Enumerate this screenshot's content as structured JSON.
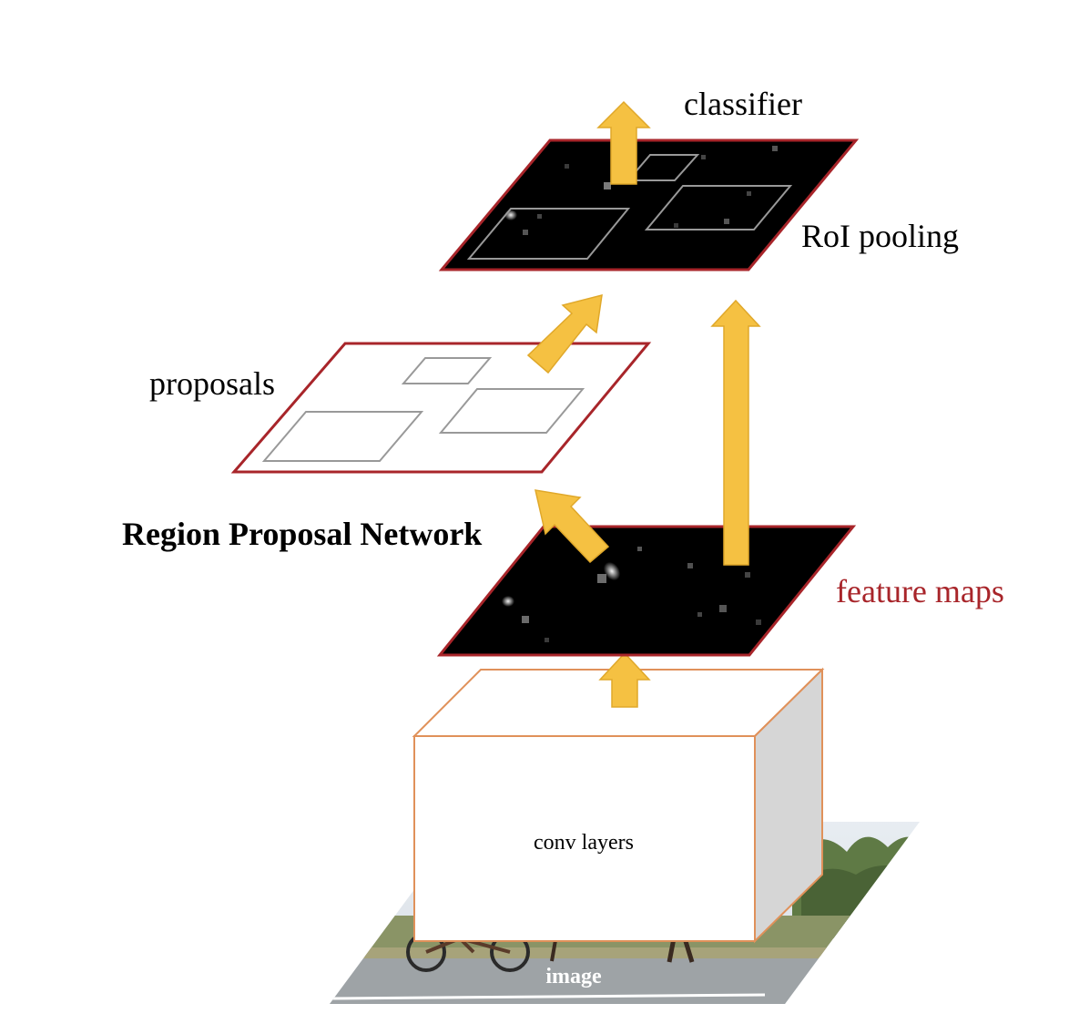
{
  "labels": {
    "classifier": "classifier",
    "roi_pooling": "RoI pooling",
    "proposals": "proposals",
    "rpn": "Region Proposal Network",
    "feature_maps": "feature maps",
    "conv_layers": "conv layers",
    "image": "image"
  },
  "colors": {
    "arrow": "#f5c142",
    "arrow_stroke": "#e0a82a",
    "plane_border": "#a8252a",
    "box_border": "#e0915a",
    "box_side": "#d6d6d6",
    "feature_map_fill": "#000000",
    "label_red": "#a8252a"
  }
}
